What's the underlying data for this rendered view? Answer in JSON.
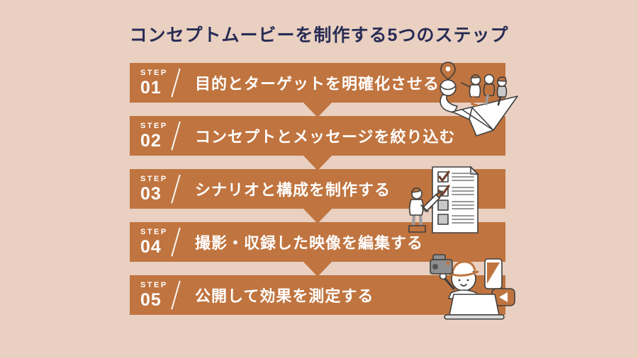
{
  "title": "コンセプトムービーを制作する5つのステップ",
  "steps": [
    {
      "label": "STEP",
      "number": "01",
      "text": "目的とターゲットを明確化させる"
    },
    {
      "label": "STEP",
      "number": "02",
      "text": "コンセプトとメッセージを絞り込む"
    },
    {
      "label": "STEP",
      "number": "03",
      "text": "シナリオと構成を制作する"
    },
    {
      "label": "STEP",
      "number": "04",
      "text": "撮影・収録した映像を編集する"
    },
    {
      "label": "STEP",
      "number": "05",
      "text": "公開して効果を測定する"
    }
  ],
  "illustrations": [
    {
      "name": "team-riding-paper-airplane-with-map-pin-illustration",
      "near_step": "01"
    },
    {
      "name": "person-checking-checklist-with-pencil-illustration",
      "near_step": "03"
    },
    {
      "name": "videographer-with-camcorder-laptop-phone-play-button-illustration",
      "near_step": "04"
    }
  ],
  "colors": {
    "background": "#e9d0c1",
    "bar": "#c0743f",
    "title_text": "#282c55",
    "bar_text": "#ffffff",
    "illustration_line": "#3f3f3f",
    "checkmark": "#74402f"
  }
}
